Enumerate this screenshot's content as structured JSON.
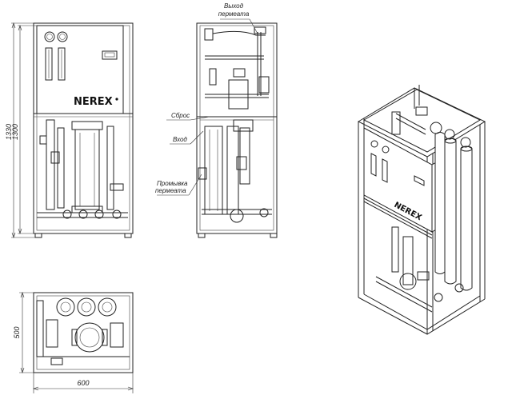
{
  "brand": "NEREX",
  "dimensions": {
    "height_outer": "1330",
    "height_inner": "1300",
    "depth": "500",
    "width": "600"
  },
  "labels": {
    "permeate_outlet_line1": "Выход",
    "permeate_outlet_line2": "пермеата",
    "discharge": "Сброс",
    "inlet": "Вход",
    "permeate_flush_line1": "Промывка",
    "permeate_flush_line2": "пермеата"
  }
}
